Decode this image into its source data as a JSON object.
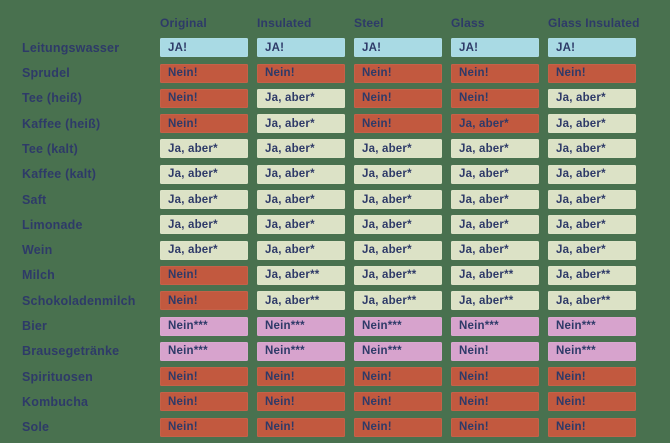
{
  "palette": {
    "background": "#49714f",
    "text_navy": "#2e3a68",
    "cell_blue": "#a9dae4",
    "cell_red": "#c2593f",
    "cell_green": "#dce2c6",
    "cell_pink": "#d7a3cd"
  },
  "chart_data": {
    "type": "table",
    "title": "",
    "columns": [
      "Original",
      "Insulated",
      "Steel",
      "Glass",
      "Glass Insulated"
    ],
    "value_legend": {
      "blue": "JA!",
      "red": "Nein!",
      "green": "Ja, aber* / Ja, aber**",
      "pink": "Nein***"
    },
    "rows": [
      {
        "label": "Leitungswasser",
        "cells": [
          {
            "text": "JA!",
            "color": "blue"
          },
          {
            "text": "JA!",
            "color": "blue"
          },
          {
            "text": "JA!",
            "color": "blue"
          },
          {
            "text": "JA!",
            "color": "blue"
          },
          {
            "text": "JA!",
            "color": "blue"
          }
        ]
      },
      {
        "label": "Sprudel",
        "cells": [
          {
            "text": "Nein!",
            "color": "red"
          },
          {
            "text": "Nein!",
            "color": "red"
          },
          {
            "text": "Nein!",
            "color": "red"
          },
          {
            "text": "Nein!",
            "color": "red"
          },
          {
            "text": "Nein!",
            "color": "red"
          }
        ]
      },
      {
        "label": "Tee (heiß)",
        "cells": [
          {
            "text": "Nein!",
            "color": "red"
          },
          {
            "text": "Ja, aber*",
            "color": "green"
          },
          {
            "text": "Nein!",
            "color": "red"
          },
          {
            "text": "Nein!",
            "color": "red"
          },
          {
            "text": "Ja, aber*",
            "color": "green"
          }
        ]
      },
      {
        "label": "Kaffee (heiß)",
        "cells": [
          {
            "text": "Nein!",
            "color": "red"
          },
          {
            "text": "Ja, aber*",
            "color": "green"
          },
          {
            "text": "Nein!",
            "color": "red"
          },
          {
            "text": "Ja, aber*",
            "color": "red"
          },
          {
            "text": "Ja, aber*",
            "color": "green"
          }
        ]
      },
      {
        "label": "Tee (kalt)",
        "cells": [
          {
            "text": "Ja, aber*",
            "color": "green"
          },
          {
            "text": "Ja, aber*",
            "color": "green"
          },
          {
            "text": "Ja, aber*",
            "color": "green"
          },
          {
            "text": "Ja, aber*",
            "color": "green"
          },
          {
            "text": "Ja, aber*",
            "color": "green"
          }
        ]
      },
      {
        "label": "Kaffee (kalt)",
        "cells": [
          {
            "text": "Ja, aber*",
            "color": "green"
          },
          {
            "text": "Ja, aber*",
            "color": "green"
          },
          {
            "text": "Ja, aber*",
            "color": "green"
          },
          {
            "text": "Ja, aber*",
            "color": "green"
          },
          {
            "text": "Ja, aber*",
            "color": "green"
          }
        ]
      },
      {
        "label": "Saft",
        "cells": [
          {
            "text": "Ja, aber*",
            "color": "green"
          },
          {
            "text": "Ja, aber*",
            "color": "green"
          },
          {
            "text": "Ja, aber*",
            "color": "green"
          },
          {
            "text": "Ja, aber*",
            "color": "green"
          },
          {
            "text": "Ja, aber*",
            "color": "green"
          }
        ]
      },
      {
        "label": "Limonade",
        "cells": [
          {
            "text": "Ja, aber*",
            "color": "green"
          },
          {
            "text": "Ja, aber*",
            "color": "green"
          },
          {
            "text": "Ja, aber*",
            "color": "green"
          },
          {
            "text": "Ja, aber*",
            "color": "green"
          },
          {
            "text": "Ja, aber*",
            "color": "green"
          }
        ]
      },
      {
        "label": "Wein",
        "cells": [
          {
            "text": "Ja, aber*",
            "color": "green"
          },
          {
            "text": "Ja, aber*",
            "color": "green"
          },
          {
            "text": "Ja, aber*",
            "color": "green"
          },
          {
            "text": "Ja, aber*",
            "color": "green"
          },
          {
            "text": "Ja, aber*",
            "color": "green"
          }
        ]
      },
      {
        "label": "Milch",
        "cells": [
          {
            "text": "Nein!",
            "color": "red"
          },
          {
            "text": "Ja, aber**",
            "color": "green"
          },
          {
            "text": "Ja, aber**",
            "color": "green"
          },
          {
            "text": "Ja, aber**",
            "color": "green"
          },
          {
            "text": "Ja, aber**",
            "color": "green"
          }
        ]
      },
      {
        "label": "Schokoladenmilch",
        "cells": [
          {
            "text": "Nein!",
            "color": "red"
          },
          {
            "text": "Ja, aber**",
            "color": "green"
          },
          {
            "text": "Ja, aber**",
            "color": "green"
          },
          {
            "text": "Ja, aber**",
            "color": "green"
          },
          {
            "text": "Ja, aber**",
            "color": "green"
          }
        ]
      },
      {
        "label": "Bier",
        "cells": [
          {
            "text": "Nein***",
            "color": "pink"
          },
          {
            "text": "Nein***",
            "color": "pink"
          },
          {
            "text": "Nein***",
            "color": "pink"
          },
          {
            "text": "Nein***",
            "color": "pink"
          },
          {
            "text": "Nein***",
            "color": "pink"
          }
        ]
      },
      {
        "label": "Brausegetränke",
        "cells": [
          {
            "text": "Nein***",
            "color": "pink"
          },
          {
            "text": "Nein***",
            "color": "pink"
          },
          {
            "text": "Nein***",
            "color": "pink"
          },
          {
            "text": "Nein!",
            "color": "pink"
          },
          {
            "text": "Nein***",
            "color": "pink"
          }
        ]
      },
      {
        "label": "Spirituosen",
        "cells": [
          {
            "text": "Nein!",
            "color": "red"
          },
          {
            "text": "Nein!",
            "color": "red"
          },
          {
            "text": "Nein!",
            "color": "red"
          },
          {
            "text": "Nein!",
            "color": "red"
          },
          {
            "text": "Nein!",
            "color": "red"
          }
        ]
      },
      {
        "label": "Kombucha",
        "cells": [
          {
            "text": "Nein!",
            "color": "red"
          },
          {
            "text": "Nein!",
            "color": "red"
          },
          {
            "text": "Nein!",
            "color": "red"
          },
          {
            "text": "Nein!",
            "color": "red"
          },
          {
            "text": "Nein!",
            "color": "red"
          }
        ]
      },
      {
        "label": "Sole",
        "cells": [
          {
            "text": "Nein!",
            "color": "red"
          },
          {
            "text": "Nein!",
            "color": "red"
          },
          {
            "text": "Nein!",
            "color": "red"
          },
          {
            "text": "Nein!",
            "color": "red"
          },
          {
            "text": "Nein!",
            "color": "red"
          }
        ]
      }
    ]
  }
}
